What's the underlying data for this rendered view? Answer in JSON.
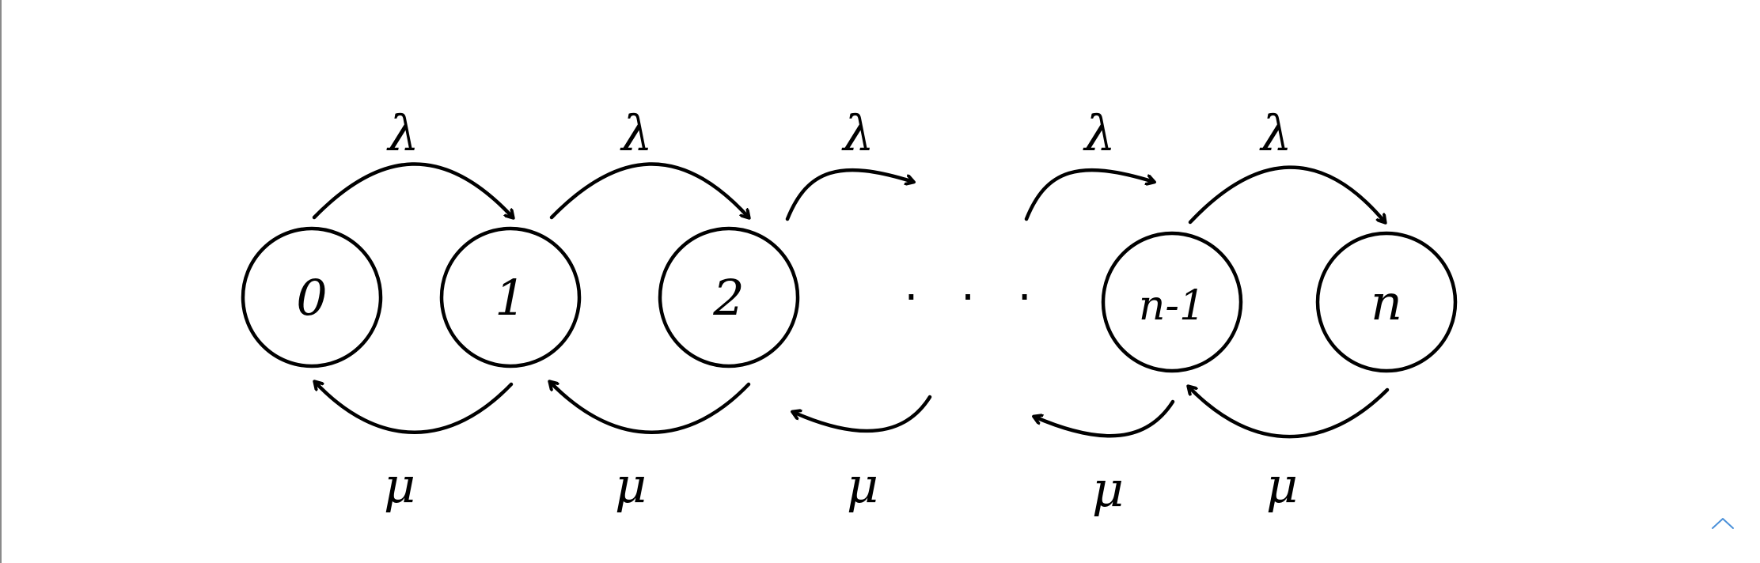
{
  "diagram": {
    "states": [
      {
        "id": "s0",
        "label": "0"
      },
      {
        "id": "s1",
        "label": "1"
      },
      {
        "id": "s2",
        "label": "2"
      },
      {
        "id": "sn1",
        "label": "n-1"
      },
      {
        "id": "sn",
        "label": "n"
      }
    ],
    "ellipsis": "· · ·",
    "arrival_rate_label": "λ",
    "service_rate_label": "μ",
    "forward_rates": [
      "λ",
      "λ",
      "λ",
      "λ",
      "λ"
    ],
    "backward_rates": [
      "μ",
      "μ",
      "μ",
      "μ",
      "μ"
    ]
  },
  "ui": {
    "scroll_icon": "chevron-up-icon",
    "accent_color": "#4a90d9"
  }
}
